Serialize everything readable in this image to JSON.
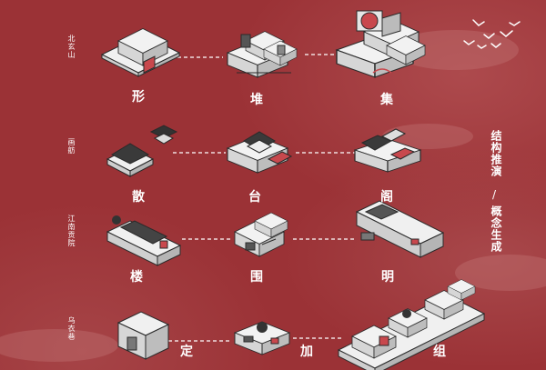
{
  "rows": [
    {
      "site": "北玄山",
      "chars": [
        "形",
        "堆",
        "集"
      ]
    },
    {
      "site": "画舫",
      "chars": [
        "散",
        "台",
        "阁"
      ]
    },
    {
      "site": "江南贡院",
      "chars": [
        "楼",
        "围",
        "明"
      ]
    },
    {
      "site": "乌衣巷",
      "chars": [
        "定",
        "加",
        "组"
      ]
    }
  ],
  "side_title": {
    "part1": "结构推演",
    "separator": "/",
    "part2": "概念生成"
  },
  "colors": {
    "background": "#9b3236",
    "ink": "#2a2a2a",
    "model_fill": "#ececec",
    "accent": "#c8484d"
  }
}
